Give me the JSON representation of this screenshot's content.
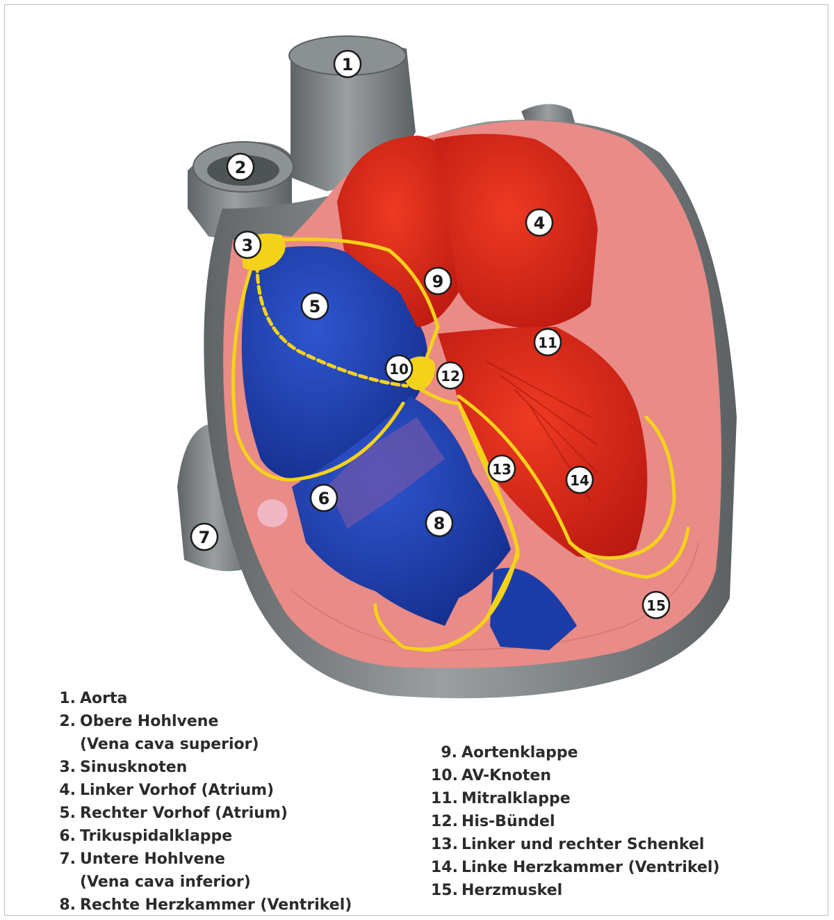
{
  "diagram": {
    "markers": [
      "1",
      "2",
      "3",
      "4",
      "5",
      "6",
      "7",
      "8",
      "9",
      "10",
      "11",
      "12",
      "13",
      "14",
      "15"
    ]
  },
  "legend": {
    "left": [
      {
        "num": "1.",
        "lines": [
          "Aorta"
        ]
      },
      {
        "num": "2.",
        "lines": [
          "Obere Hohlvene",
          "(Vena cava superior)"
        ]
      },
      {
        "num": "3.",
        "lines": [
          "Sinusknoten"
        ]
      },
      {
        "num": "4.",
        "lines": [
          "Linker Vorhof (Atrium)"
        ]
      },
      {
        "num": "5.",
        "lines": [
          "Rechter Vorhof (Atrium)"
        ]
      },
      {
        "num": "6.",
        "lines": [
          "Trikuspidalklappe"
        ]
      },
      {
        "num": "7.",
        "lines": [
          "Untere Hohlvene",
          "(Vena cava inferior)"
        ]
      },
      {
        "num": "8.",
        "lines": [
          "Rechte Herzkammer (Ventrikel)"
        ]
      }
    ],
    "right": [
      {
        "num": "9.",
        "lines": [
          "Aortenklappe"
        ]
      },
      {
        "num": "10.",
        "lines": [
          "AV-Knoten"
        ]
      },
      {
        "num": "11.",
        "lines": [
          "Mitralklappe"
        ]
      },
      {
        "num": "12.",
        "lines": [
          "His-Bündel"
        ]
      },
      {
        "num": "13.",
        "lines": [
          "Linker und rechter Schenkel"
        ]
      },
      {
        "num": "14.",
        "lines": [
          "Linke Herzkammer (Ventrikel)"
        ]
      },
      {
        "num": "15.",
        "lines": [
          "Herzmuskel"
        ]
      }
    ]
  },
  "colors": {
    "vessel": "#7d8284",
    "right_heart": "#1f3fae",
    "left_heart": "#d42418",
    "myocardium": "#e98b87",
    "conduction": "#f5d21a"
  }
}
